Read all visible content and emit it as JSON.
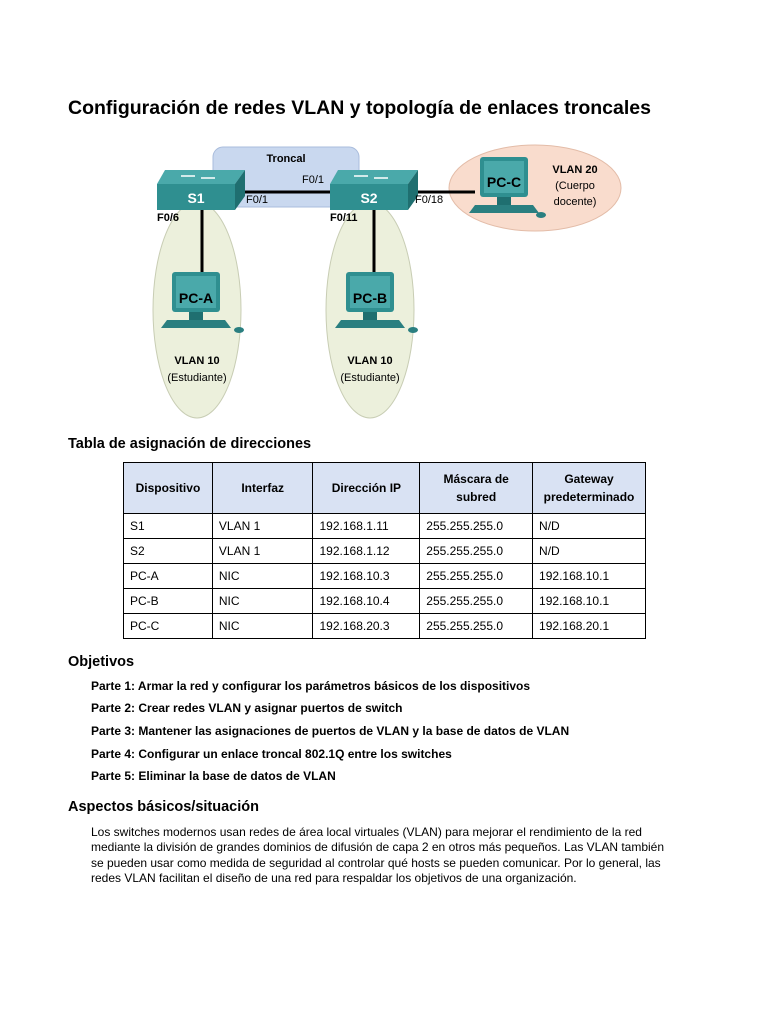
{
  "title": "Configuración de redes VLAN y topología de enlaces troncales",
  "topology": {
    "trunk_label": "Troncal",
    "switches": [
      {
        "name": "S1"
      },
      {
        "name": "S2"
      }
    ],
    "pcs": [
      {
        "name": "PC-A",
        "vlan": "VLAN 10",
        "group": "(Estudiante)"
      },
      {
        "name": "PC-B",
        "vlan": "VLAN 10",
        "group": "(Estudiante)"
      },
      {
        "name": "PC-C",
        "vlan": "VLAN 20",
        "group_line1": "(Cuerpo",
        "group_line2": "docente)"
      }
    ],
    "ports": {
      "s1_trunk": "F0/1",
      "s2_trunk": "F0/1",
      "s1_pca": "F0/6",
      "s2_pcb": "F0/11",
      "s2_pcc": "F0/18"
    },
    "colors": {
      "trunk_area": "#c9d8ef",
      "vlan10_area": "#ecf0dc",
      "vlan20_area": "#f9dccd",
      "device": "#2f8f90"
    }
  },
  "addressing": {
    "heading": "Tabla de asignación de direcciones",
    "columns": [
      "Dispositivo",
      "Interfaz",
      "Dirección IP",
      "Máscara de subred",
      "Gateway predeterminado"
    ],
    "column_lines": [
      [
        "Dispositivo"
      ],
      [
        "Interfaz"
      ],
      [
        "Dirección IP"
      ],
      [
        "Máscara de",
        "subred"
      ],
      [
        "Gateway",
        "predeterminado"
      ]
    ],
    "rows": [
      [
        "S1",
        "VLAN 1",
        "192.168.1.11",
        "255.255.255.0",
        "N/D"
      ],
      [
        "S2",
        "VLAN 1",
        "192.168.1.12",
        "255.255.255.0",
        "N/D"
      ],
      [
        "PC-A",
        "NIC",
        "192.168.10.3",
        "255.255.255.0",
        "192.168.10.1"
      ],
      [
        "PC-B",
        "NIC",
        "192.168.10.4",
        "255.255.255.0",
        "192.168.10.1"
      ],
      [
        "PC-C",
        "NIC",
        "192.168.20.3",
        "255.255.255.0",
        "192.168.20.1"
      ]
    ]
  },
  "objectives": {
    "heading": "Objetivos",
    "parts": [
      "Parte 1: Armar la red y configurar los parámetros básicos de los dispositivos",
      "Parte 2: Crear redes VLAN y asignar puertos de switch",
      "Parte 3: Mantener las asignaciones de puertos de VLAN y la base de datos de VLAN",
      "Parte 4: Configurar un enlace troncal 802.1Q entre los switches",
      "Parte 5: Eliminar la base de datos de VLAN"
    ]
  },
  "background": {
    "heading": "Aspectos básicos/situación",
    "lines": [
      "Los switches modernos usan redes de área local virtuales (VLAN) para mejorar el rendimiento de la red",
      "mediante la división de grandes dominios de difusión de capa 2 en otros más pequeños. Las VLAN también",
      "se pueden usar como medida de seguridad al controlar qué hosts se pueden comunicar. Por lo general, las",
      "redes VLAN facilitan el diseño de una red para respaldar los objetivos de una organización."
    ]
  }
}
